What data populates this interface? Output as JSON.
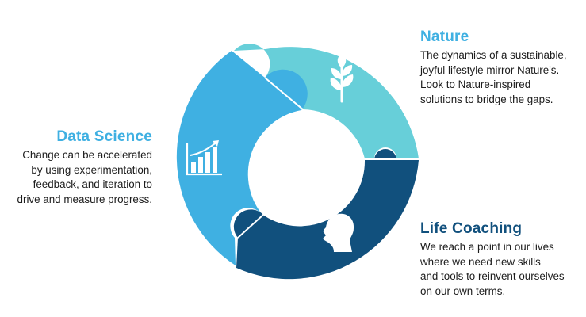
{
  "colors": {
    "nature": "#67cfd9",
    "data_science": "#3fb0e2",
    "life_coaching": "#11507d",
    "title_light": "#3fb0e2",
    "title_dark": "#11507d"
  },
  "segments": [
    {
      "id": "nature",
      "icon": "plant-icon"
    },
    {
      "id": "data_science",
      "icon": "bar-chart-icon"
    },
    {
      "id": "life_coaching",
      "icon": "head-silhouette-icon"
    }
  ],
  "data_science": {
    "title": "Data Science",
    "description": "Change can be accelerated\nby using experimentation,\nfeedback, and iteration to\ndrive and measure progress."
  },
  "nature": {
    "title": "Nature",
    "description": "The dynamics of a sustainable,\njoyful lifestyle mirror Nature's.\nLook to Nature-inspired\nsolutions to bridge the gaps."
  },
  "life_coaching": {
    "title": "Life Coaching",
    "description": "We reach a point in our lives\nwhere we need new skills\nand tools to reinvent ourselves\non our own terms."
  }
}
